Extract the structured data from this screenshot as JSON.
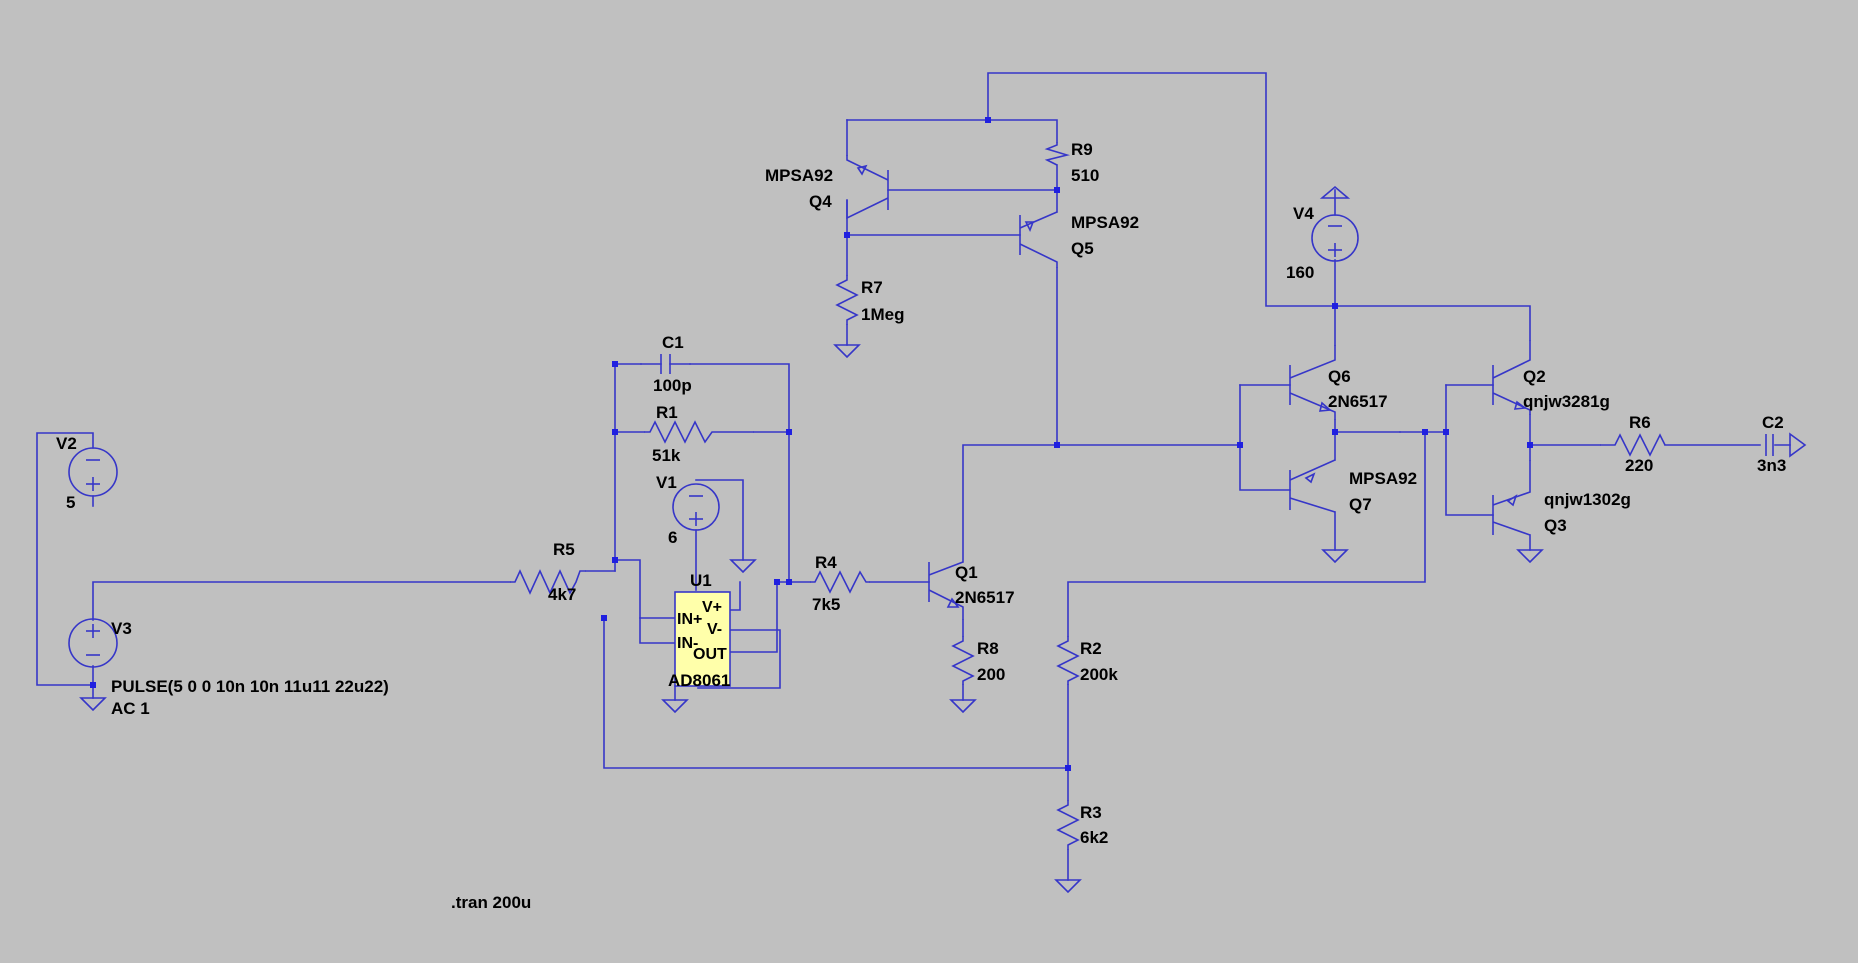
{
  "components": {
    "V2": {
      "ref": "V2",
      "value": "5"
    },
    "V3": {
      "ref": "V3",
      "value": "PULSE(5 0 0 10n 10n 11u11 22u22)",
      "ac": "AC 1"
    },
    "V1": {
      "ref": "V1",
      "value": "6"
    },
    "V4": {
      "ref": "V4",
      "value": "160"
    },
    "R1": {
      "ref": "R1",
      "value": "51k"
    },
    "R2": {
      "ref": "R2",
      "value": "200k"
    },
    "R3": {
      "ref": "R3",
      "value": "6k2"
    },
    "R4": {
      "ref": "R4",
      "value": "7k5"
    },
    "R5": {
      "ref": "R5",
      "value": "4k7"
    },
    "R6": {
      "ref": "R6",
      "value": "220"
    },
    "R7": {
      "ref": "R7",
      "value": "1Meg"
    },
    "R8": {
      "ref": "R8",
      "value": "200"
    },
    "R9": {
      "ref": "R9",
      "value": "510"
    },
    "C1": {
      "ref": "C1",
      "value": "100p"
    },
    "C2": {
      "ref": "C2",
      "value": "3n3"
    },
    "Q1": {
      "ref": "Q1",
      "model": "2N6517"
    },
    "Q2": {
      "ref": "Q2",
      "model": "qnjw3281g"
    },
    "Q3": {
      "ref": "Q3",
      "model": "qnjw1302g"
    },
    "Q4": {
      "ref": "Q4",
      "model": "MPSA92"
    },
    "Q5": {
      "ref": "Q5",
      "model": "MPSA92"
    },
    "Q6": {
      "ref": "Q6",
      "model": "2N6517"
    },
    "Q7": {
      "ref": "Q7",
      "model": "MPSA92"
    },
    "U1": {
      "ref": "U1",
      "model": "AD8061",
      "pins": {
        "inp": "IN+",
        "inn": "IN-",
        "vp": "V+",
        "vn": "V-",
        "out": "OUT"
      }
    }
  },
  "directive": ".tran 200u",
  "colors": {
    "background": "#c0c0c0",
    "wire": "#3636c8",
    "junction": "#2020e0",
    "opamp_fill": "#ffffaa"
  }
}
